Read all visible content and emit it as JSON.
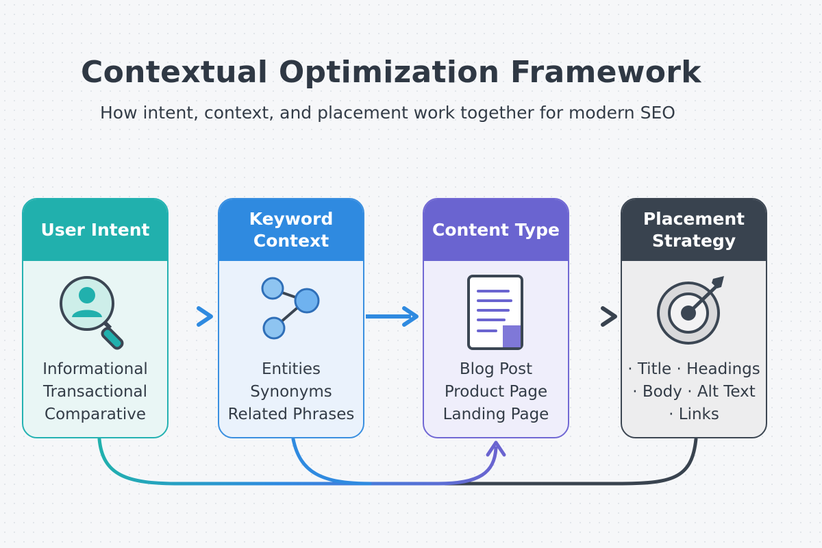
{
  "header": {
    "title": "Contextual Optimization Framework",
    "subtitle": "How intent, context, and placement work together for modern SEO"
  },
  "steps": [
    {
      "title_lines": [
        "User Intent"
      ],
      "icon": "user-search-icon",
      "accent": "#21b0ad",
      "items": [
        "Informational",
        "Transactional",
        "Comparative"
      ]
    },
    {
      "title_lines": [
        "Keyword",
        "Context"
      ],
      "icon": "network-nodes-icon",
      "accent": "#2f8ae0",
      "items": [
        "Entities",
        "Synonyms",
        "Related Phrases"
      ]
    },
    {
      "title_lines": [
        "Content Type"
      ],
      "icon": "document-icon",
      "accent": "#6a64d0",
      "items": [
        "Blog Post",
        "Product Page",
        "Landing Page"
      ]
    },
    {
      "title_lines": [
        "Placement",
        "Strategy"
      ],
      "icon": "target-arrow-icon",
      "accent": "#39434f",
      "items": [
        "· Title · Headings",
        "· Body · Alt Text",
        "· Links"
      ]
    }
  ]
}
